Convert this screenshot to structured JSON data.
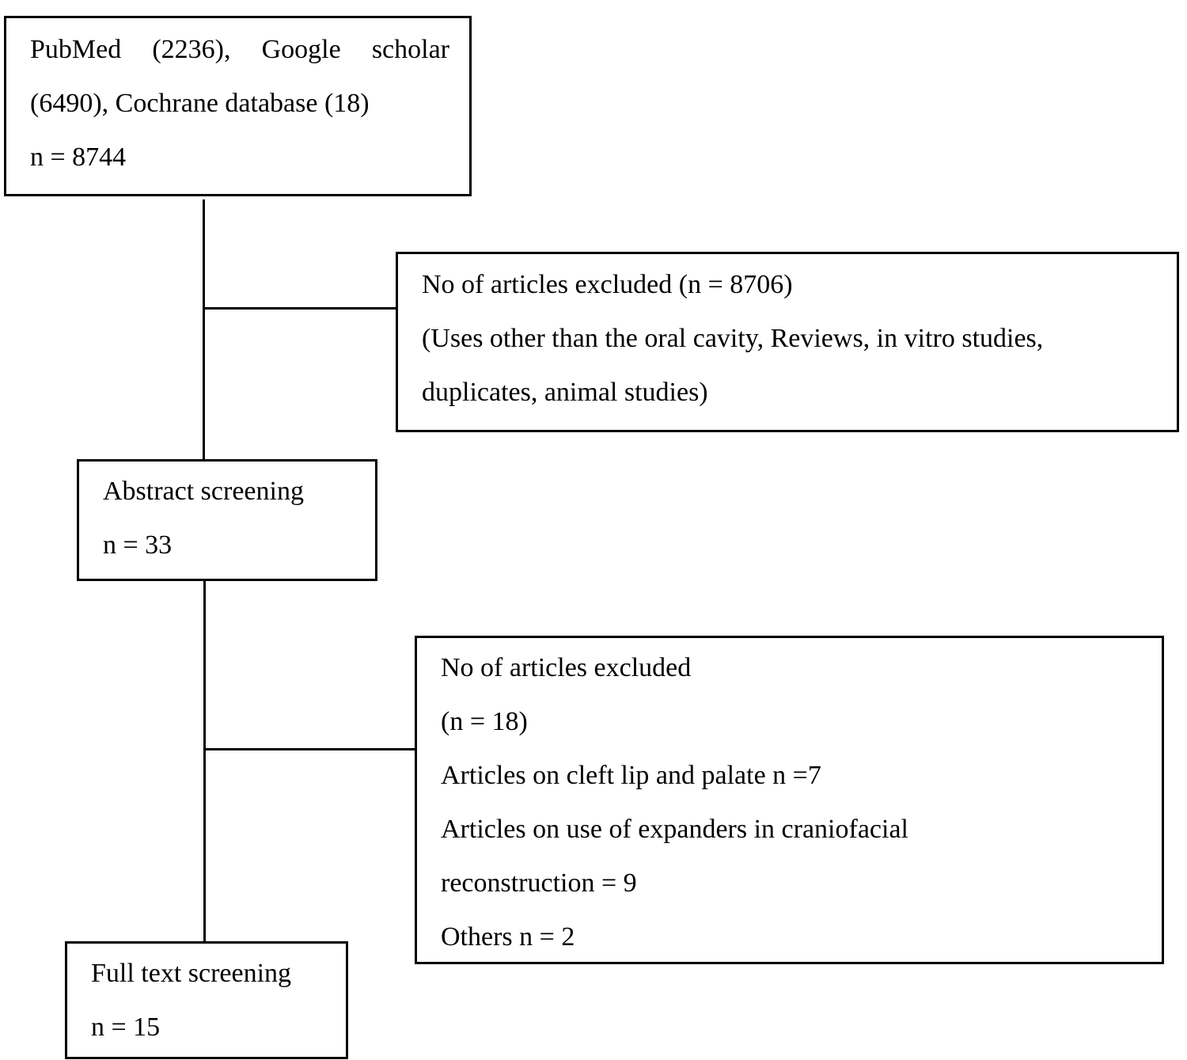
{
  "flow": {
    "identification": {
      "line1": [
        "PubMed",
        "(2236),",
        "Google",
        "scholar"
      ],
      "line2": "(6490), Cochrane database (18)",
      "line3": "n = 8744"
    },
    "exclusion_1": {
      "line1": "No of articles excluded (n = 8706)",
      "line2": "(Uses other than the oral cavity, Reviews, in vitro studies,",
      "line3": "duplicates, animal studies)"
    },
    "abstract_screening": {
      "label": "Abstract screening",
      "count": "n = 33"
    },
    "exclusion_2": {
      "line1": "No of articles excluded",
      "line2": "(n = 18)",
      "line3": "Articles on cleft lip and palate n =7",
      "line4": "Articles on use of expanders in craniofacial",
      "line5": "reconstruction = 9",
      "line6": "Others n = 2"
    },
    "full_text_screening": {
      "label": "Full text screening",
      "count": "n = 15"
    }
  }
}
